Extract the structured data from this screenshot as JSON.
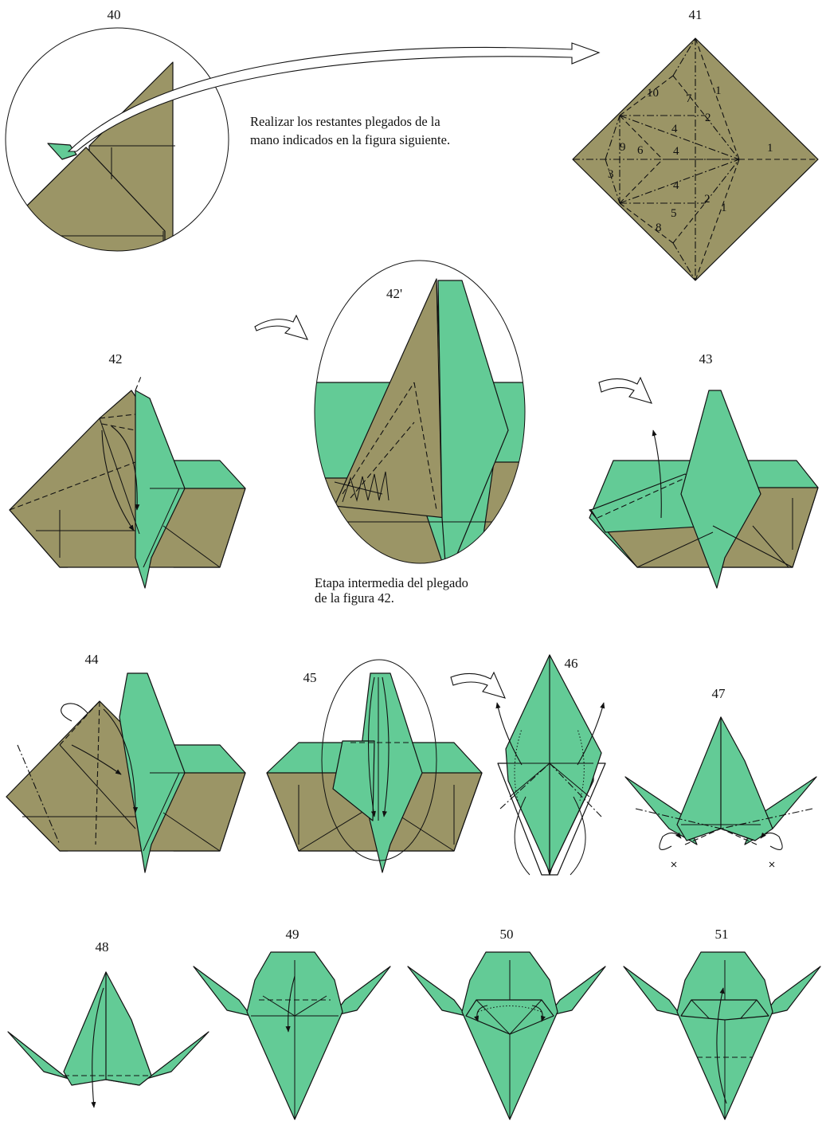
{
  "colors": {
    "brown": "#9b9566",
    "green": "#63cb96",
    "line": "#111111"
  },
  "steps": {
    "s40": "40",
    "s41": "41",
    "s42": "42",
    "s42p": "42'",
    "s43": "43",
    "s44": "44",
    "s45": "45",
    "s46": "46",
    "s47": "47",
    "s48": "48",
    "s49": "49",
    "s50": "50",
    "s51": "51"
  },
  "captions": {
    "hand_line1": "Realizar los restantes plegados de la",
    "hand_line2": "mano indicados en la figura siguiente.",
    "inter_line1": "Etapa intermedia del plegado",
    "inter_line2": "de la figura 42."
  },
  "crease_labels": {
    "c1a": "1",
    "c1b": "1",
    "c1c": "1",
    "c2a": "2",
    "c2b": "2",
    "c3": "3",
    "c4a": "4",
    "c4b": "4",
    "c4c": "4",
    "c5": "5",
    "c6": "6",
    "c7": "7",
    "c8": "8",
    "c9": "9",
    "c10": "10"
  },
  "icons": [
    "curved-arrow-icon",
    "fold-arrow-icon",
    "turn-over-arrow-icon"
  ]
}
